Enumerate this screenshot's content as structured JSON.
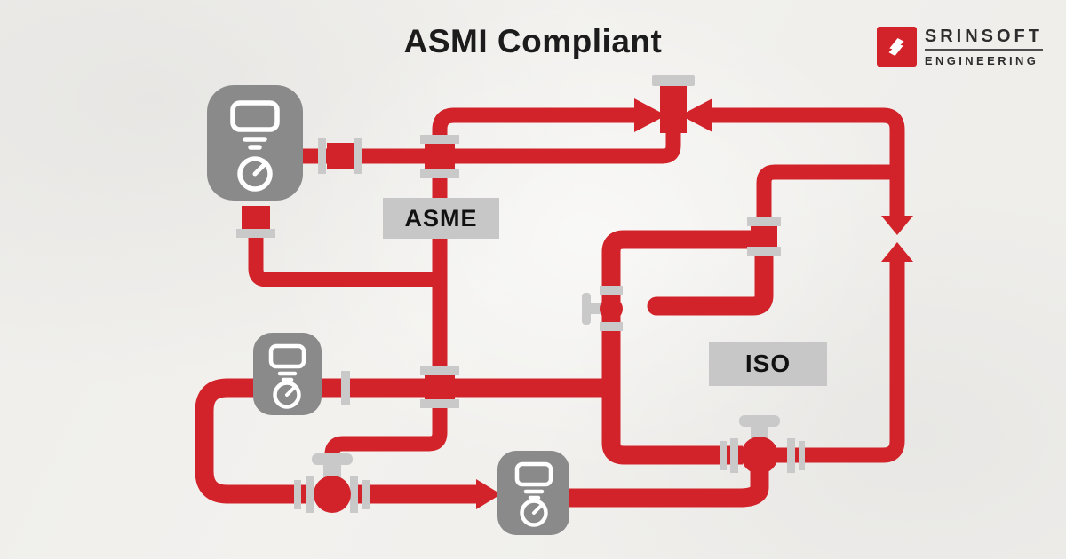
{
  "title": {
    "text": "ASMI Compliant"
  },
  "logo": {
    "name": "SRINSOFT",
    "subtitle": "ENGINEERING"
  },
  "labels": {
    "asme": "ASME",
    "iso": "ISO"
  },
  "colors": {
    "background": "#f2f1ee",
    "pipe_red": "#d2232a",
    "device_gray": "#8a8a8a",
    "fitting_gray": "#c9c9c9",
    "label_bg": "#c7c7c7",
    "label_text": "#111111",
    "title_color": "#1c1c1c",
    "logo_red": "#d2232a",
    "logo_text": "#2d2d2d",
    "icon_white": "#ffffff"
  },
  "components": {
    "devices": [
      "flow-meter-device-top-left",
      "flow-meter-device-middle-left",
      "flow-meter-device-bottom-center"
    ],
    "valves": [
      "gate-valve-top",
      "check-valve-right-riser",
      "ball-valve-bottom-left",
      "ball-valve-bottom-right",
      "ball-valve-middle"
    ],
    "fittings": [
      "flanged-cross-upper",
      "flanged-cross-lower",
      "pipe-coupling-device1",
      "pipe-coupling-right-branch",
      "device1-bottom-connector",
      "device2-flange",
      "open-pipe-end-cap"
    ],
    "flow_arrow_direction": "right"
  }
}
